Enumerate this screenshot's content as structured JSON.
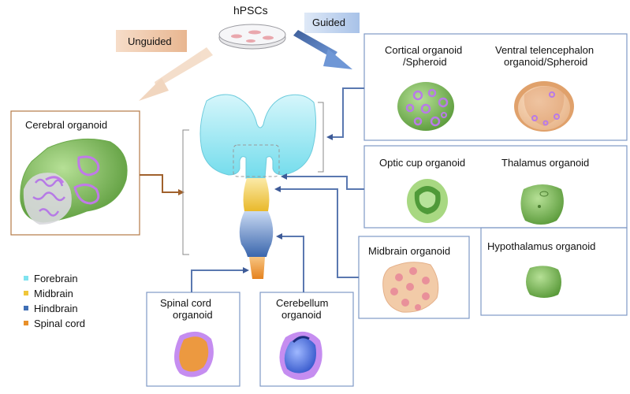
{
  "source": {
    "label": "hPSCs"
  },
  "routes": {
    "unguided": "Unguided",
    "guided": "Guided"
  },
  "organoids": {
    "cerebral": "Cerebral organoid",
    "cortical": [
      "Cortical organoid",
      "/Spheroid"
    ],
    "ventral": [
      "Ventral telencephalon",
      "organoid/Spheroid"
    ],
    "optic_cup": "Optic cup organoid",
    "thalamus": "Thalamus organoid",
    "hypothalamus": "Hypothalamus organoid",
    "midbrain": "Midbrain organoid",
    "spinal_cord": [
      "Spinal cord",
      "organoid"
    ],
    "cerebellum": [
      "Cerebellum",
      "organoid"
    ]
  },
  "legend": [
    {
      "label": "Forebrain",
      "color": "#7fe3ef"
    },
    {
      "label": "Midbrain",
      "color": "#f0c63a"
    },
    {
      "label": "Hindbrain",
      "color": "#3f6fb5"
    },
    {
      "label": "Spinal cord",
      "color": "#e8902a"
    }
  ],
  "colors": {
    "forebrain": "#9ceaf5",
    "midbrain": "#f2cf5a",
    "hindbrain": "#4a79bd",
    "spinal": "#ee9a33",
    "box_blue": "#6f8fc0",
    "box_brown": "#b57a45",
    "organoid_green": "#7bbf55",
    "purple": "#c07ae8"
  }
}
